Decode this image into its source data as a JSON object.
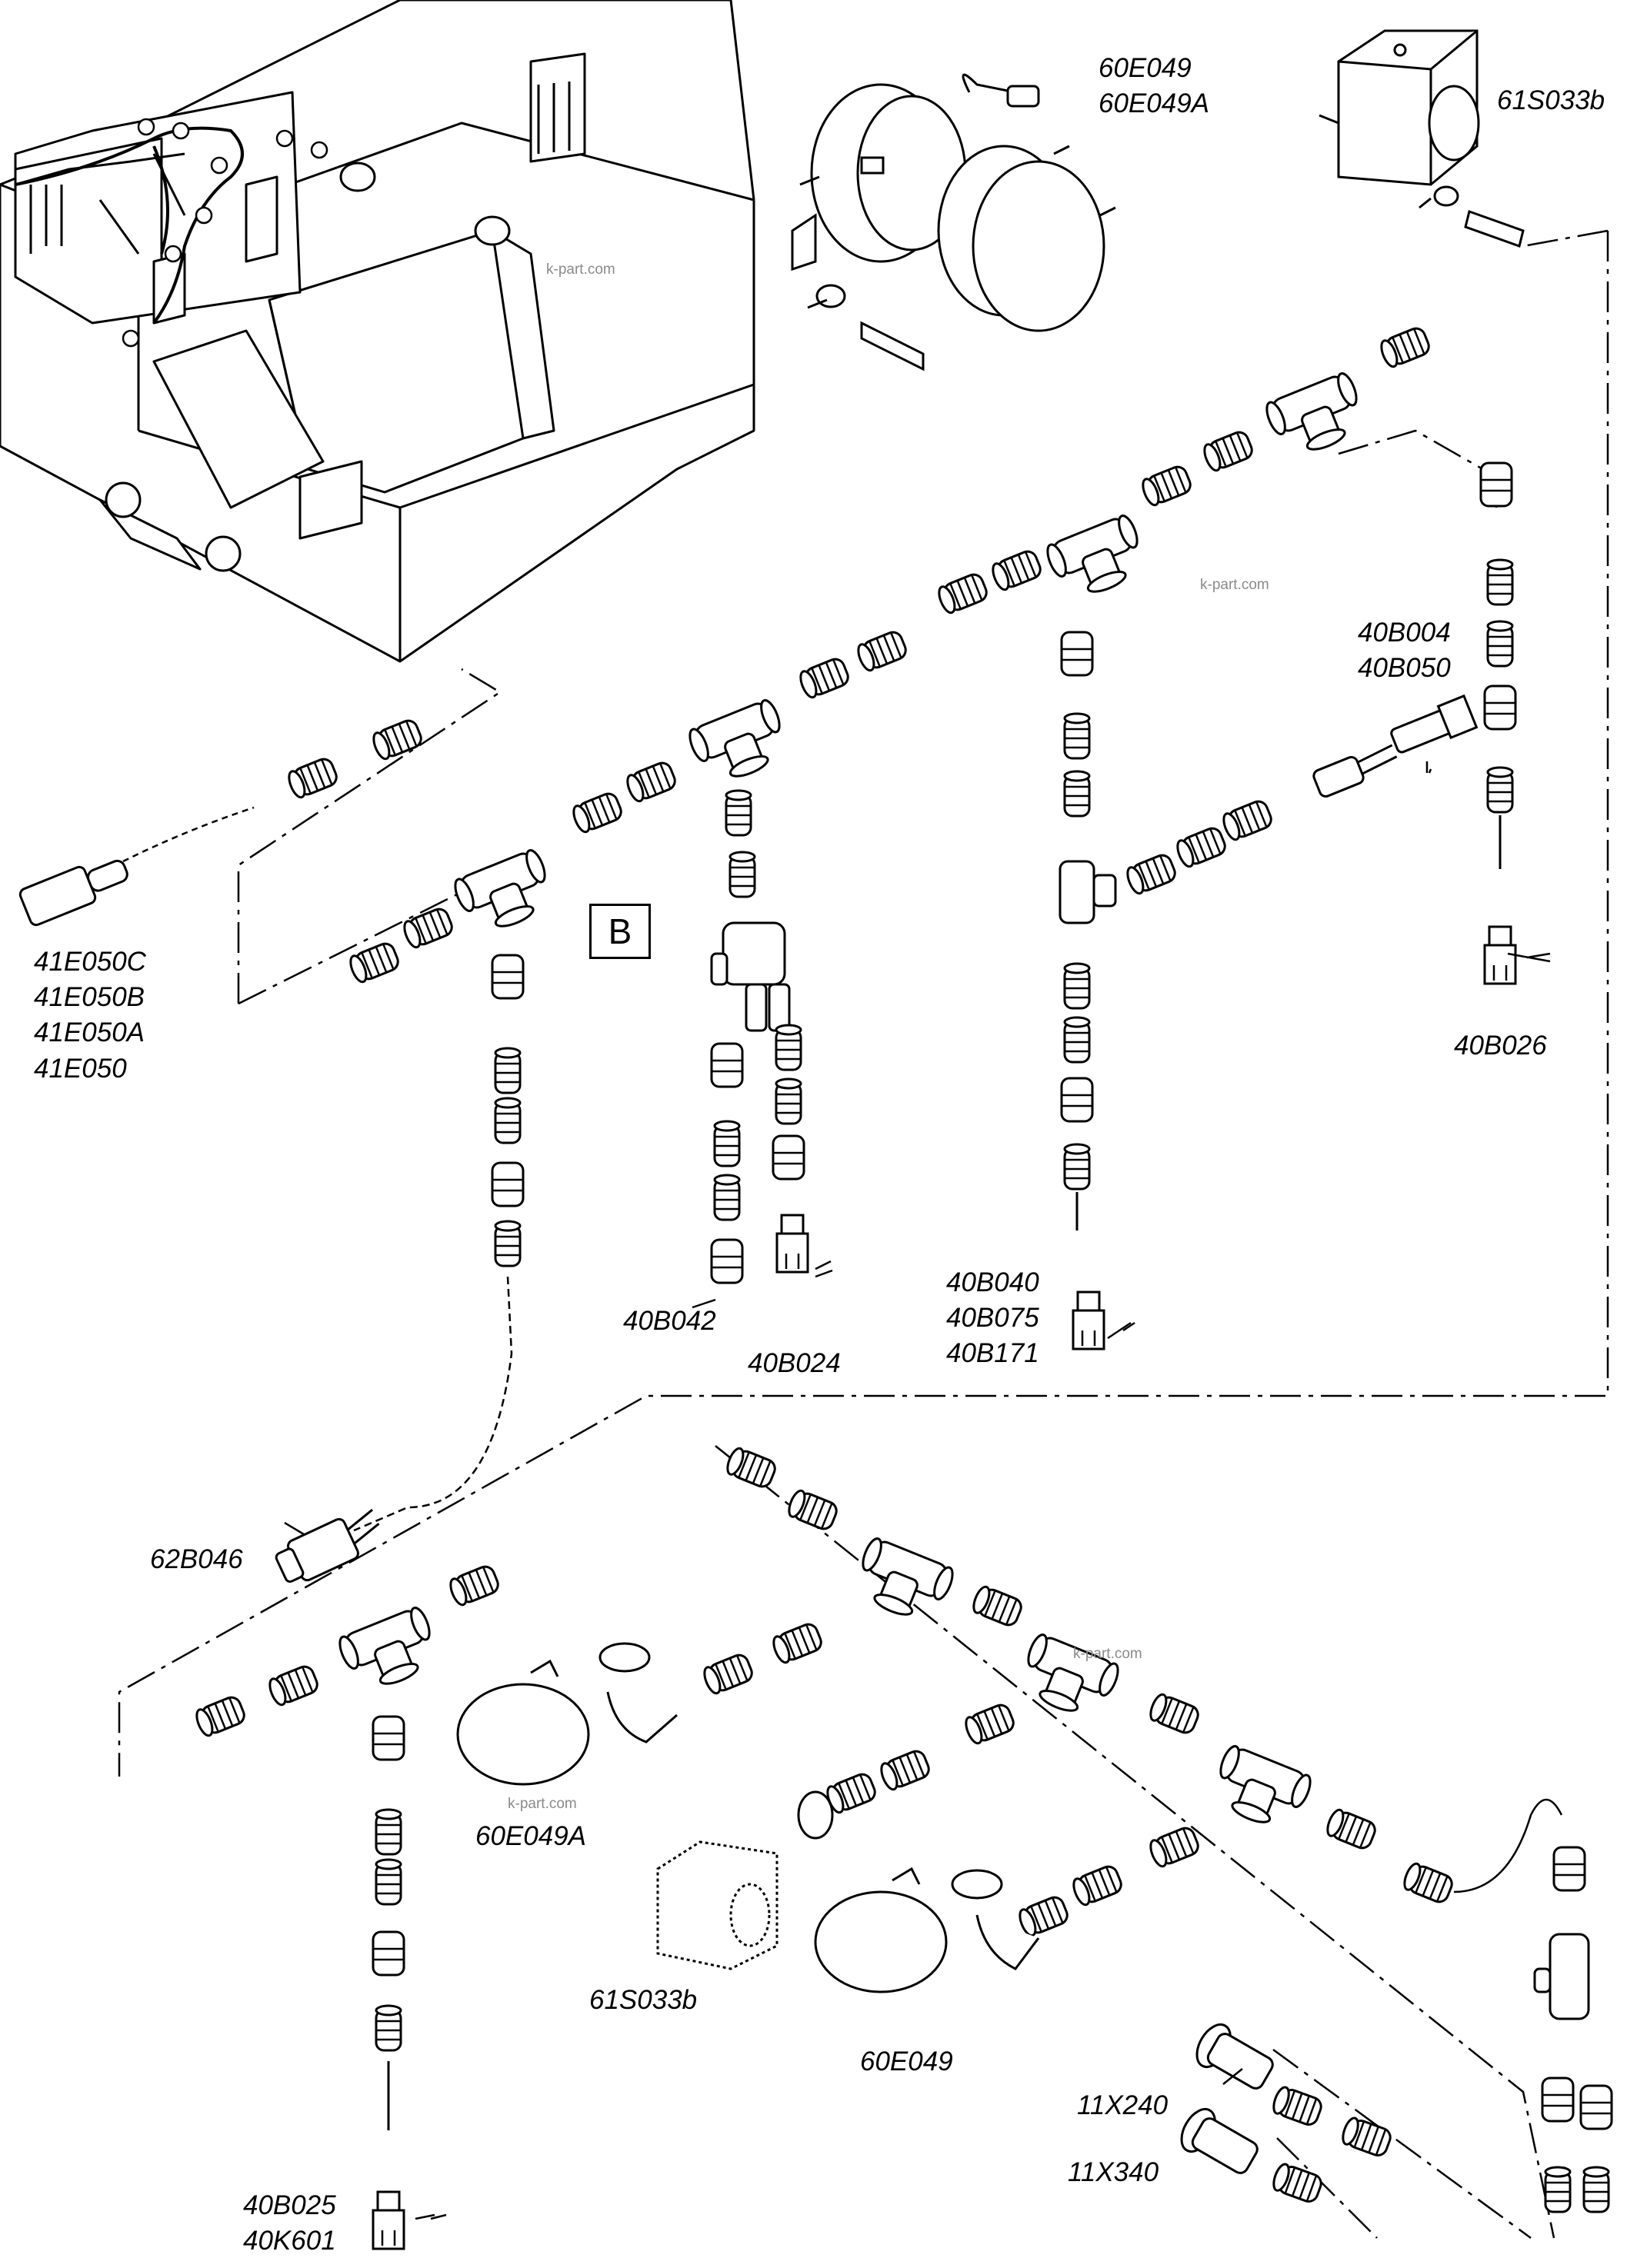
{
  "diagram": {
    "view_label": "B",
    "watermark": "k-part.com",
    "labels": {
      "horn_top": [
        "60E049",
        "60E049A"
      ],
      "switch_top": [
        "61S033b"
      ],
      "light_left": [
        "41E050C",
        "41E050B",
        "41E050A",
        "41E050"
      ],
      "sensor_40B004": [
        "40B004",
        "40B050"
      ],
      "sensor_40B026": [
        "40B026"
      ],
      "sensor_40B042": [
        "40B042"
      ],
      "sensor_40B024": [
        "40B024"
      ],
      "sensor_40B040": [
        "40B040",
        "40B075",
        "40B171"
      ],
      "sensor_62B046": [
        "62B046"
      ],
      "horn_bottom_left": [
        "60E049A"
      ],
      "switch_bottom": [
        "61S033b"
      ],
      "horn_bottom": [
        "60E049"
      ],
      "connector_11X240": [
        "11X240"
      ],
      "connector_11X340": [
        "11X340"
      ],
      "sensor_40B025": [
        "40B025",
        "40K601"
      ]
    }
  }
}
